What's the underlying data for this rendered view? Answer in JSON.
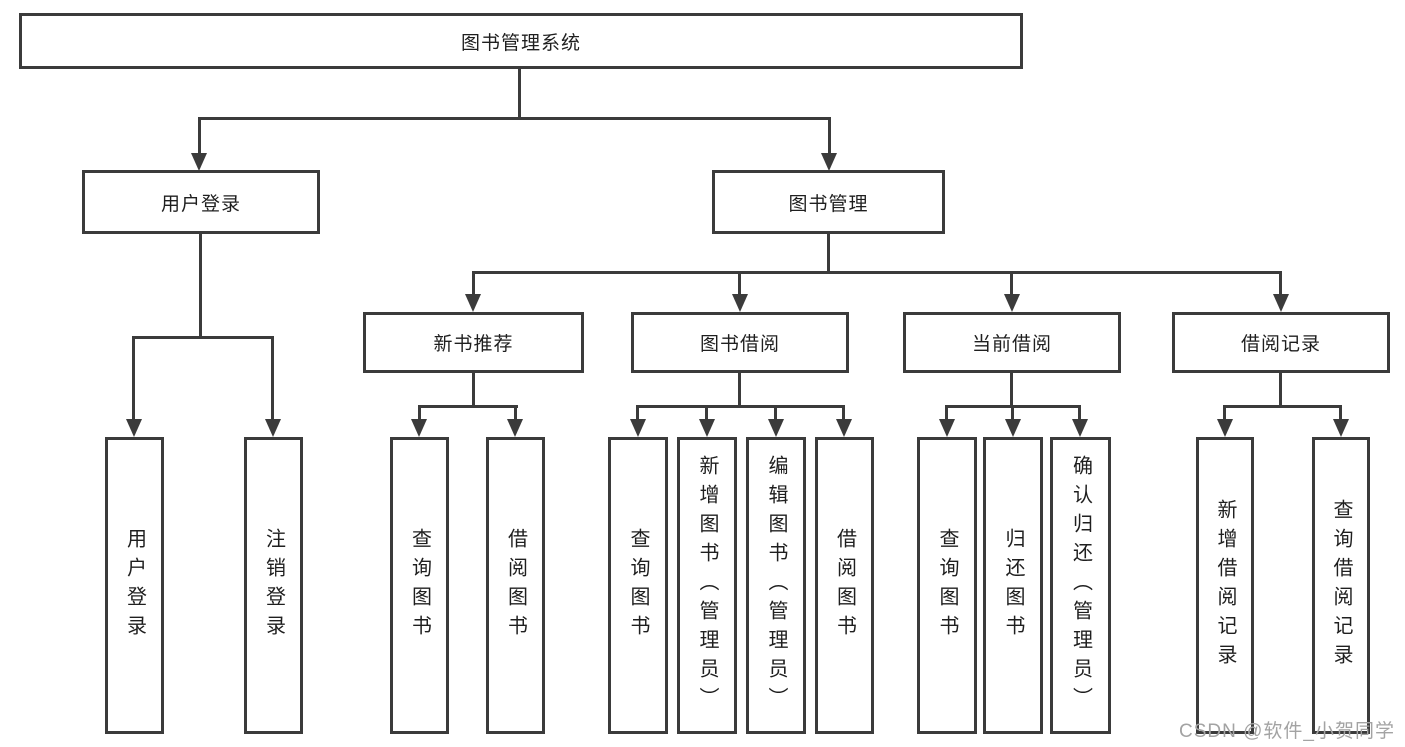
{
  "diagram": {
    "colors": {
      "line": "#3b3b3b",
      "text": "#1f1f1f",
      "background": "#ffffff",
      "watermark": "#a3a3a3"
    },
    "root": {
      "label": "图书管理系统"
    },
    "level2": [
      {
        "label": "用户登录"
      },
      {
        "label": "图书管理"
      }
    ],
    "level3": [
      {
        "label": "新书推荐"
      },
      {
        "label": "图书借阅"
      },
      {
        "label": "当前借阅"
      },
      {
        "label": "借阅记录"
      }
    ],
    "leaves": {
      "user_login": [
        "用户登录",
        "注销登录"
      ],
      "new_book_recommend": [
        "查询图书",
        "借阅图书"
      ],
      "book_borrow": [
        "查询图书",
        "新增图书（管理员）",
        "编辑图书（管理员）",
        "借阅图书"
      ],
      "current_borrow": [
        "查询图书",
        "归还图书",
        "确认归还（管理员）"
      ],
      "borrow_record": [
        "新增借阅记录",
        "查询借阅记录"
      ]
    }
  },
  "watermark": {
    "text": "CSDN @软件_小贺同学"
  }
}
